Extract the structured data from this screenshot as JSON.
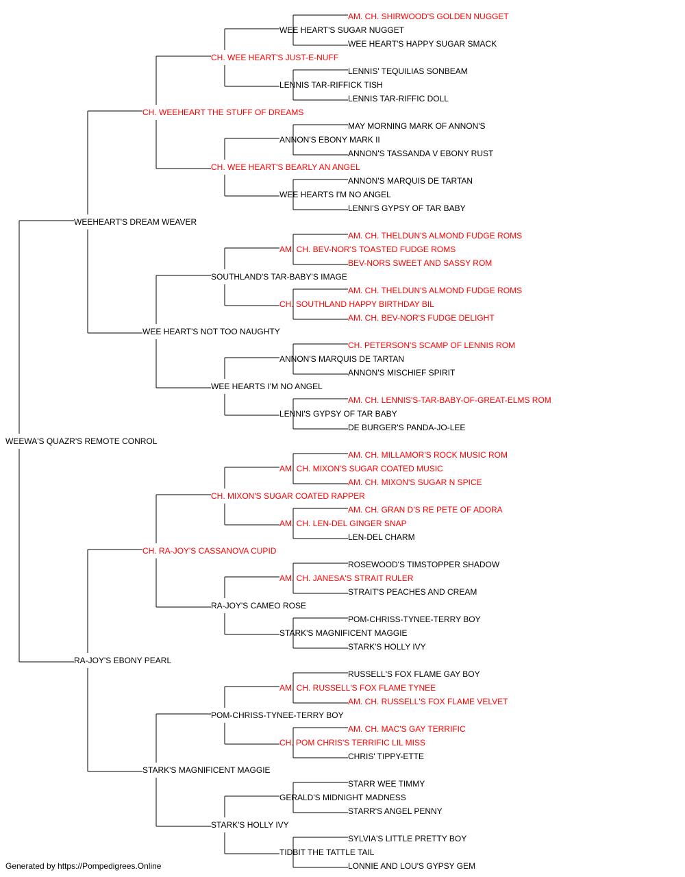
{
  "colors": {
    "champion": "#ff0000",
    "normal": "#000000",
    "line": "#000000"
  },
  "footer": {
    "text": "Generated by https://Pompedigrees.Online"
  },
  "pedigree": {
    "name": "WEEWA'S QUAZR'S REMOTE CONROL",
    "champion": false,
    "sire": {
      "name": "WEEHEART'S DREAM WEAVER",
      "champion": false,
      "sire": {
        "name": "CH. WEEHEART THE STUFF OF DREAMS",
        "champion": true,
        "sire": {
          "name": "CH. WEE HEART'S JUST-E-NUFF",
          "champion": true,
          "sire": {
            "name": "WEE HEART'S SUGAR NUGGET",
            "champion": false,
            "sire": {
              "name": "AM. CH. SHIRWOOD'S GOLDEN NUGGET",
              "champion": true
            },
            "dam": {
              "name": "WEE HEART'S HAPPY SUGAR SMACK",
              "champion": false
            }
          },
          "dam": {
            "name": "LENNIS TAR-RIFFICK TISH",
            "champion": false,
            "sire": {
              "name": "LENNIS' TEQUILIAS SONBEAM",
              "champion": false
            },
            "dam": {
              "name": "LENNIS TAR-RIFFIC DOLL",
              "champion": false
            }
          }
        },
        "dam": {
          "name": "CH. WEE HEART'S BEARLY AN ANGEL",
          "champion": true,
          "sire": {
            "name": "ANNON'S EBONY MARK II",
            "champion": false,
            "sire": {
              "name": "MAY MORNING MARK OF ANNON'S",
              "champion": false
            },
            "dam": {
              "name": "ANNON'S TASSANDA V EBONY RUST",
              "champion": false
            }
          },
          "dam": {
            "name": "WEE HEARTS I'M NO ANGEL",
            "champion": false,
            "sire": {
              "name": "ANNON'S MARQUIS DE TARTAN",
              "champion": false
            },
            "dam": {
              "name": "LENNI'S GYPSY OF TAR BABY",
              "champion": false
            }
          }
        }
      },
      "dam": {
        "name": "WEE HEART'S NOT TOO NAUGHTY",
        "champion": false,
        "sire": {
          "name": "SOUTHLAND'S TAR-BABY'S IMAGE",
          "champion": false,
          "sire": {
            "name": "AM. CH. BEV-NOR'S TOASTED FUDGE ROMS",
            "champion": true,
            "sire": {
              "name": "AM. CH. THELDUN'S ALMOND FUDGE ROMS",
              "champion": true
            },
            "dam": {
              "name": "BEV-NORS SWEET AND SASSY ROM",
              "champion": true
            }
          },
          "dam": {
            "name": "CH. SOUTHLAND HAPPY BIRTHDAY BIL",
            "champion": true,
            "sire": {
              "name": "AM. CH. THELDUN'S ALMOND FUDGE ROMS",
              "champion": true
            },
            "dam": {
              "name": "AM. CH. BEV-NOR'S FUDGE DELIGHT",
              "champion": true
            }
          }
        },
        "dam": {
          "name": "WEE HEARTS I'M NO ANGEL",
          "champion": false,
          "sire": {
            "name": "ANNON'S MARQUIS DE TARTAN",
            "champion": false,
            "sire": {
              "name": "CH. PETERSON'S SCAMP OF LENNIS ROM",
              "champion": true
            },
            "dam": {
              "name": "ANNON'S MISCHIEF SPIRIT",
              "champion": false
            }
          },
          "dam": {
            "name": "LENNI'S GYPSY OF TAR BABY",
            "champion": false,
            "sire": {
              "name": "AM. CH. LENNIS'S-TAR-BABY-OF-GREAT-ELMS ROM",
              "champion": true
            },
            "dam": {
              "name": "DE BURGER'S PANDA-JO-LEE",
              "champion": false
            }
          }
        }
      }
    },
    "dam": {
      "name": "RA-JOY'S EBONY PEARL",
      "champion": false,
      "sire": {
        "name": "CH. RA-JOY'S CASSANOVA CUPID",
        "champion": true,
        "sire": {
          "name": "CH. MIXON'S SUGAR COATED RAPPER",
          "champion": true,
          "sire": {
            "name": "AM. CH. MIXON'S SUGAR COATED MUSIC",
            "champion": true,
            "sire": {
              "name": "AM. CH. MILLAMOR'S ROCK MUSIC ROM",
              "champion": true
            },
            "dam": {
              "name": "AM. CH. MIXON'S SUGAR N SPICE",
              "champion": true
            }
          },
          "dam": {
            "name": "AM. CH. LEN-DEL GINGER SNAP",
            "champion": true,
            "sire": {
              "name": "AM. CH. GRAN D'S RE PETE OF ADORA",
              "champion": true
            },
            "dam": {
              "name": "LEN-DEL CHARM",
              "champion": false
            }
          }
        },
        "dam": {
          "name": "RA-JOY'S CAMEO ROSE",
          "champion": false,
          "sire": {
            "name": "AM. CH. JANESA'S STRAIT RULER",
            "champion": true,
            "sire": {
              "name": "ROSEWOOD'S TIMSTOPPER SHADOW",
              "champion": false
            },
            "dam": {
              "name": "STRAIT'S PEACHES AND CREAM",
              "champion": false
            }
          },
          "dam": {
            "name": "STARK'S MAGNIFICENT MAGGIE",
            "champion": false,
            "sire": {
              "name": "POM-CHRISS-TYNEE-TERRY BOY",
              "champion": false
            },
            "dam": {
              "name": "STARK'S HOLLY IVY",
              "champion": false
            }
          }
        }
      },
      "dam": {
        "name": "STARK'S MAGNIFICENT MAGGIE",
        "champion": false,
        "sire": {
          "name": "POM-CHRISS-TYNEE-TERRY BOY",
          "champion": false,
          "sire": {
            "name": "AM. CH. RUSSELL'S FOX FLAME TYNEE",
            "champion": true,
            "sire": {
              "name": "RUSSELL'S FOX FLAME GAY BOY",
              "champion": false
            },
            "dam": {
              "name": "AM. CH. RUSSELL'S FOX FLAME VELVET",
              "champion": true
            }
          },
          "dam": {
            "name": "CH. POM CHRIS'S TERRIFIC LIL MISS",
            "champion": true,
            "sire": {
              "name": "AM. CH. MAC'S GAY TERRIFIC",
              "champion": true
            },
            "dam": {
              "name": "CHRIS' TIPPY-ETTE",
              "champion": false
            }
          }
        },
        "dam": {
          "name": "STARK'S HOLLY IVY",
          "champion": false,
          "sire": {
            "name": "GERALD'S MIDNIGHT MADNESS",
            "champion": false,
            "sire": {
              "name": "STARR WEE TIMMY",
              "champion": false
            },
            "dam": {
              "name": "STARR'S ANGEL PENNY",
              "champion": false
            }
          },
          "dam": {
            "name": "TIDBIT THE TATTLE TAIL",
            "champion": false,
            "sire": {
              "name": "SYLVIA'S LITTLE PRETTY BOY",
              "champion": false
            },
            "dam": {
              "name": "LONNIE AND LOU'S GYPSY GEM",
              "champion": false
            }
          }
        }
      }
    }
  }
}
